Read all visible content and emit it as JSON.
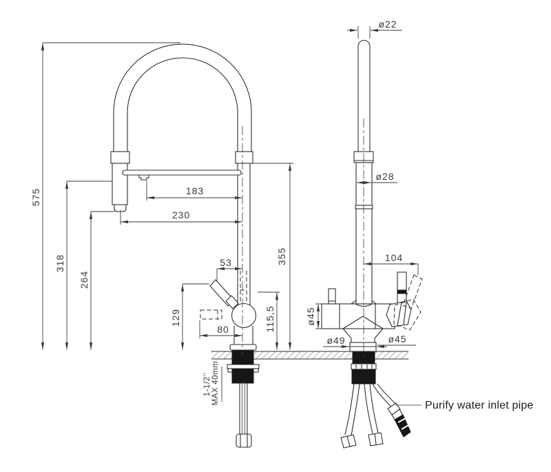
{
  "dimensions": {
    "overall_height": "575",
    "spray_head_top_height": "318",
    "spray_outlet_height": "264",
    "spout_tip_reach": "183",
    "spray_head_reach": "230",
    "handle_offset": "53",
    "handle_height": "129",
    "side_outlet_reach": "80",
    "side_outlet_height": "115,5",
    "column_height": "355",
    "handle_reach": "104",
    "hose_tip_diameter": "ø22",
    "column_diameter": "ø28",
    "body_diameter": "ø45",
    "handle_diameter": "ø45",
    "base_diameter": "ø49",
    "shank_thread": "1-1/2''",
    "max_deck_thickness": "MAX 40mm"
  },
  "labels": {
    "purify_pipe": "Purify water inlet pipe"
  }
}
